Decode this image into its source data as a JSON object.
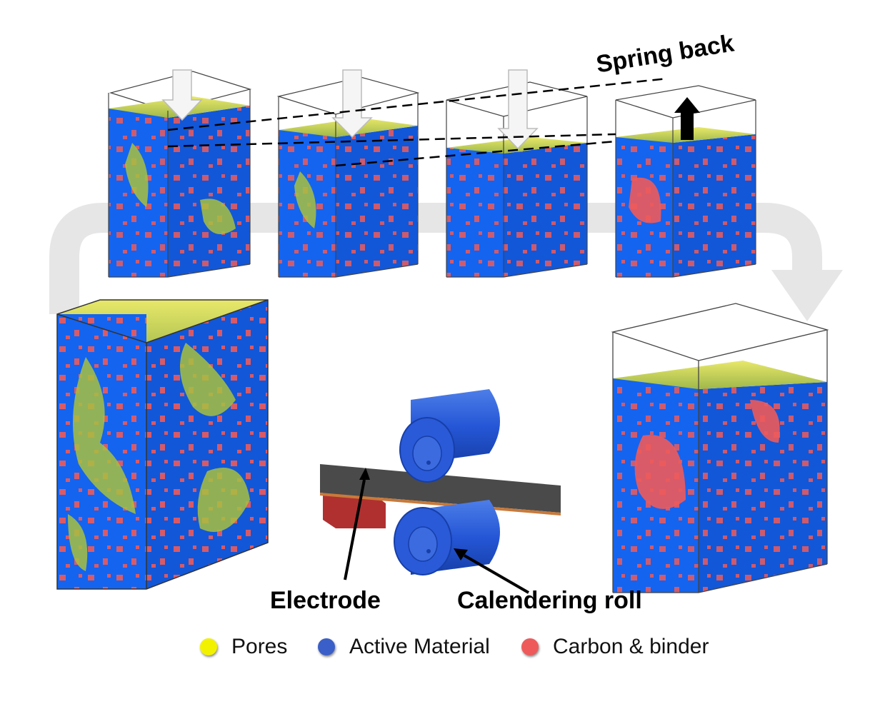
{
  "labels": {
    "spring_back": "Spring back",
    "electrode": "Electrode",
    "calendering_roll": "Calendering roll"
  },
  "legend": [
    {
      "label": "Pores",
      "color": "#f2f200"
    },
    {
      "label": "Active Material",
      "color": "#3a5fc8"
    },
    {
      "label": "Carbon & binder",
      "color": "#ee5a5a"
    }
  ],
  "colors": {
    "active_material": "#1464f0",
    "carbon_binder": "#ee5a5a",
    "pores": "#c8d24a",
    "flow_arrow": "#e6e6e6",
    "roll": "#2a5ad8",
    "electrode_sheet": "#4a4a4a"
  }
}
